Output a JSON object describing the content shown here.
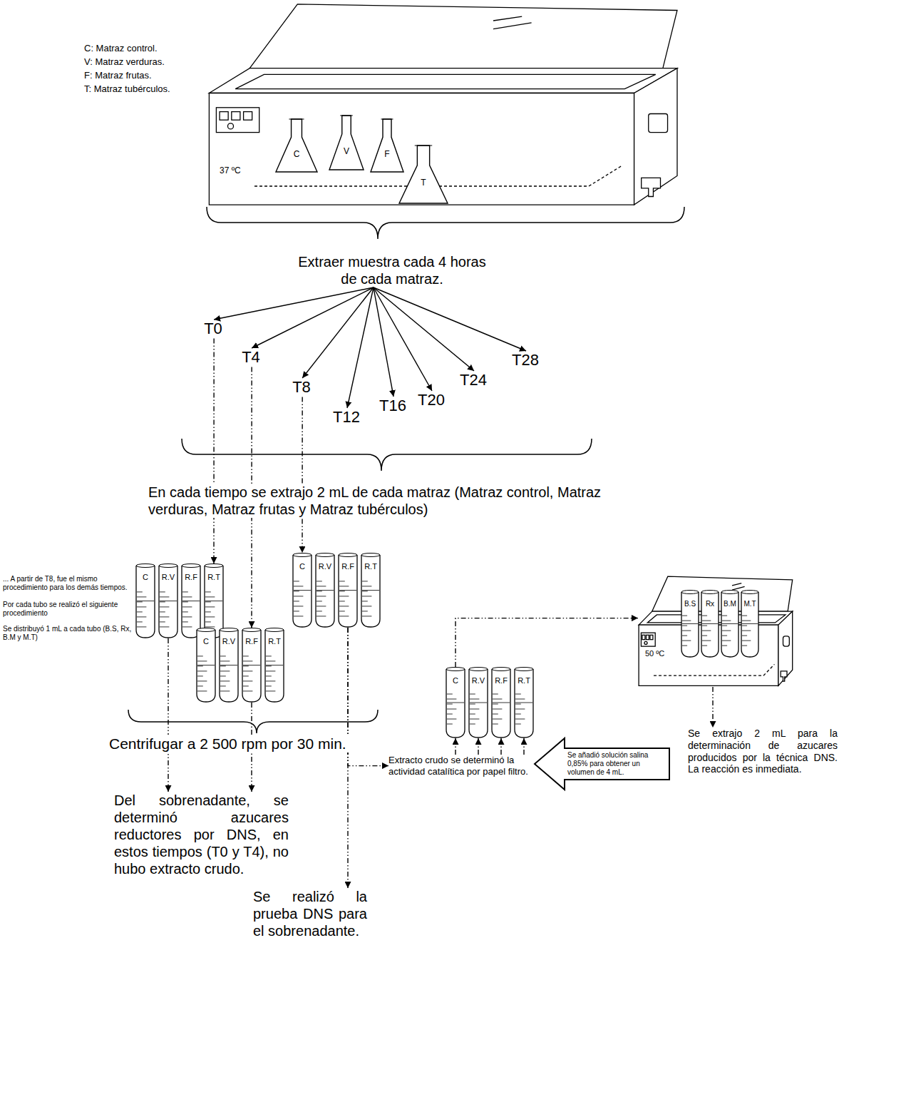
{
  "diagram": {
    "nodes": [
      {
        "text": [
          "37 ºC"
        ]
      },
      {
        "text": [
          "C"
        ],
        "in": 0
      },
      {
        "text": [
          "V"
        ],
        "in": 0
      },
      {
        "text": [
          "F"
        ],
        "in": 0
      },
      {
        "text": [
          "T"
        ],
        "in": 0
      },
      {
        "text": [
          "Extraer muestra cada 4 horas de cada matraz."
        ]
      },
      {
        "text": [
          "T0"
        ]
      },
      {
        "text": [
          "T4"
        ]
      },
      {
        "text": [
          "T8"
        ]
      },
      {
        "text": [
          "T12"
        ]
      },
      {
        "text": [
          "T16"
        ]
      },
      {
        "text": [
          "T20"
        ]
      },
      {
        "text": [
          "T24"
        ]
      },
      {
        "text": [
          "T28"
        ]
      },
      {
        "text": [
          "C"
        ]
      },
      {
        "text": [
          "R.V"
        ]
      },
      {
        "text": [
          "R.F"
        ]
      },
      {
        "text": [
          "R.T"
        ]
      },
      {
        "text": [
          "C"
        ]
      },
      {
        "text": [
          "R.V"
        ]
      },
      {
        "text": [
          "R.F"
        ]
      },
      {
        "text": [
          "R.T"
        ]
      },
      {
        "text": [
          "C"
        ]
      },
      {
        "text": [
          "R.V"
        ]
      },
      {
        "text": [
          "R.F"
        ]
      },
      {
        "text": [
          "R.T"
        ]
      },
      {
        "text": [
          "Del sobrenadante, se determinó azucares reductores por DNS, en estos tiempos (T0 y T4), no hubo extracto crudo."
        ]
      },
      {
        "text": [
          "Se realizó la prueba DNS para el sobrenadante."
        ]
      },
      {
        "text": [
          "Extracto crudo se determinó la actividad catalítica por papel filtro."
        ]
      },
      {
        "text": [
          "Se añadió solución salina 0,85% para obtener un volumen de 4 mL."
        ]
      },
      {
        "text": [
          "C"
        ]
      },
      {
        "text": [
          "R.V"
        ]
      },
      {
        "text": [
          "R.F"
        ]
      },
      {
        "text": [
          "R.T"
        ]
      },
      {
        "text": [
          "50 ºC"
        ]
      },
      {
        "text": [
          "B.S"
        ],
        "in": 34
      },
      {
        "text": [
          "Rx"
        ],
        "in": 34
      },
      {
        "text": [
          "B.M"
        ],
        "in": 34
      },
      {
        "text": [
          "M.T"
        ],
        "in": 34
      },
      {
        "text": [
          "Se extrajo 2 mL para la determinación de azucares producidos por la técnica DNS. La reacción es inmediata."
        ]
      }
    ],
    "edges": [
      {
        "from": 5,
        "to": 6,
        "arrow": "to"
      },
      {
        "from": 5,
        "to": 7,
        "arrow": "to"
      },
      {
        "from": 5,
        "to": 8,
        "arrow": "to"
      },
      {
        "from": 5,
        "to": 9,
        "arrow": "to"
      },
      {
        "from": 5,
        "to": 10,
        "arrow": "to"
      },
      {
        "from": 5,
        "to": 11,
        "arrow": "to"
      },
      {
        "from": 5,
        "to": 12,
        "arrow": "to"
      },
      {
        "from": 5,
        "to": 13,
        "arrow": "to"
      },
      {
        "from": 6,
        "to": 17,
        "arrow": "to"
      },
      {
        "from": 7,
        "to": 24,
        "arrow": "to"
      },
      {
        "from": 8,
        "to": 18,
        "arrow": "to"
      },
      {
        "from": 15,
        "to": 26,
        "arrow": "to"
      },
      {
        "from": 24,
        "to": 26,
        "arrow": "to"
      },
      {
        "from": 20,
        "to": 27,
        "arrow": "to"
      },
      {
        "from": 20,
        "to": 28,
        "arrow": "to"
      },
      {
        "from": 28,
        "to": 30,
        "arrow": "to"
      },
      {
        "from": 28,
        "to": 31,
        "arrow": "to"
      },
      {
        "from": 28,
        "to": 32,
        "arrow": "to"
      },
      {
        "from": 28,
        "to": 33,
        "arrow": "to"
      },
      {
        "from": 30,
        "to": 34,
        "arrow": "to"
      },
      {
        "from": 34,
        "to": 39,
        "arrow": "to"
      }
    ],
    "labels": [
      "C: Matraz control.",
      "V: Matraz verduras.",
      "F: Matraz frutas.",
      "T: Matraz tubérculos.",
      "En cada tiempo se extrajo 2 mL de cada matraz (Matraz control, Matraz verduras, Matraz frutas y Matraz tubérculos)",
      "... A partir de T8, fue el mismo procedimiento para los demás tiempos.",
      "Por cada tubo se realizó el siguiente procedimiento",
      "Se distribuyó 1 mL a cada tubo (B.S, Rx, B.M y M.T)",
      "Centrifugar a 2 500 rpm por 30 min."
    ]
  }
}
